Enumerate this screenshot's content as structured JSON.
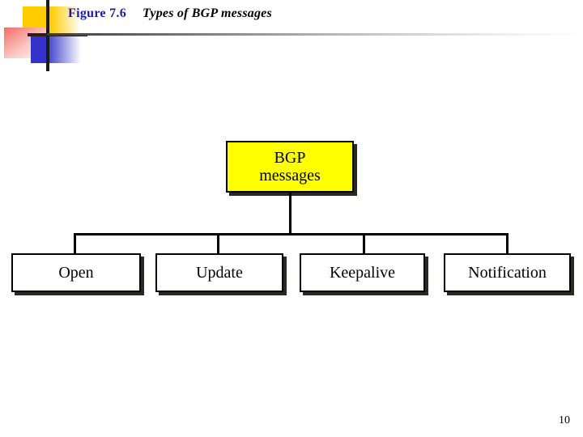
{
  "page": {
    "number": "10",
    "background_color": "#ffffff"
  },
  "header": {
    "figure_label": "Figure 7.6",
    "figure_caption": "Types of BGP messages",
    "label_color": "#1a1aa8",
    "caption_color": "#000000",
    "decoration": {
      "yellow": "#FFCC00",
      "red": "#F26C62",
      "blue": "#3333CC",
      "line": "#1a1a1a"
    }
  },
  "diagram": {
    "type": "hierarchy-tree",
    "root": {
      "label_line1": "BGP",
      "label_line2": "messages",
      "fill_color": "#FFFF00",
      "border_color": "#000000"
    },
    "children": [
      {
        "label": "Open",
        "fill_color": "#ffffff"
      },
      {
        "label": "Update",
        "fill_color": "#ffffff"
      },
      {
        "label": "Keepalive",
        "fill_color": "#ffffff"
      },
      {
        "label": "Notification",
        "fill_color": "#ffffff"
      }
    ]
  }
}
